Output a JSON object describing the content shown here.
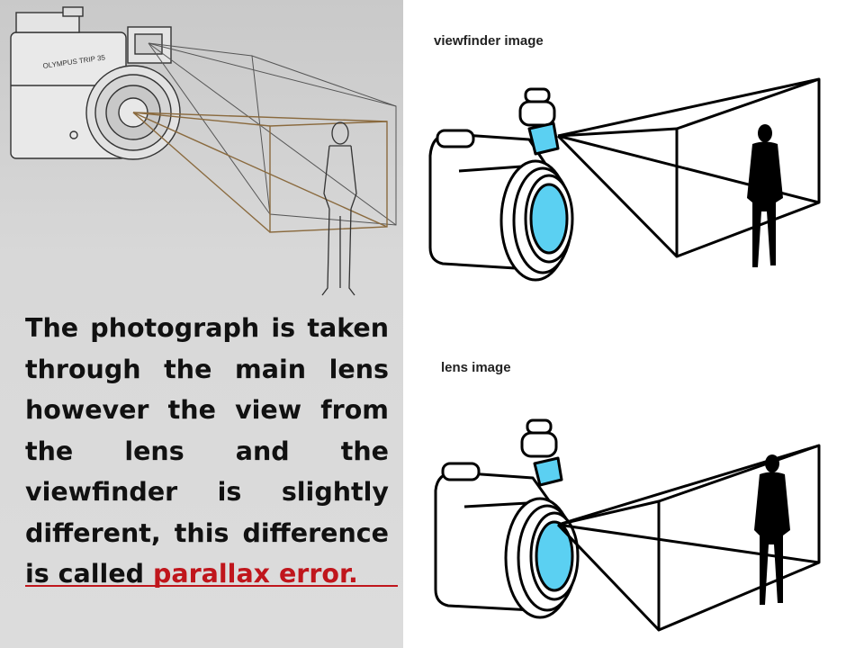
{
  "sketch": {
    "brand": "OLYMPUS TRIP 35"
  },
  "caption": {
    "text": "The photograph is taken through the main lens however the view from the lens and the viewfinder is slightly different, this difference is called ",
    "term": "parallax error."
  },
  "diagrams": {
    "viewfinder_title": "viewfinder image",
    "lens_title": "lens image"
  },
  "colors": {
    "lens_fill": "#5bd0f2",
    "term_color": "#c0161c",
    "frustum_brown": "#8a6a3e"
  }
}
